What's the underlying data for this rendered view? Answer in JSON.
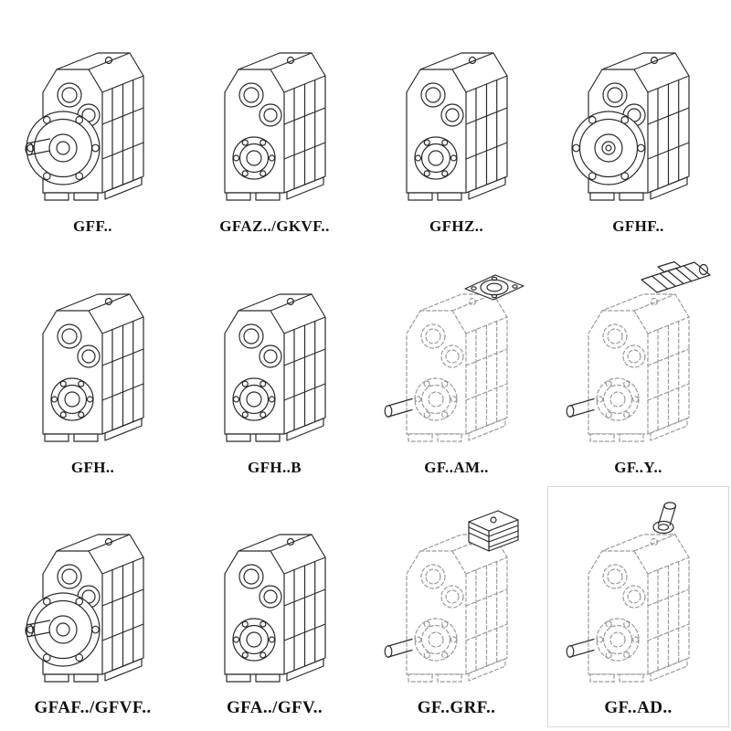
{
  "page": {
    "background": "#ffffff",
    "line_color": "#2b2b2b",
    "ghost_line_color": "#9a9a9a",
    "description": "Catalog sheet of GF-series parallel shaft helical gear units, 12 model variants as isometric line drawings"
  },
  "cells": [
    {
      "label": "GFF..",
      "drawing": "flange-mounted-gearbox-with-output-shaft",
      "line_style": "solid"
    },
    {
      "label": "GFAZ../GKVF..",
      "drawing": "hollow-shaft-gearbox",
      "line_style": "solid"
    },
    {
      "label": "GFHZ..",
      "drawing": "hollow-shaft-gearbox",
      "line_style": "solid"
    },
    {
      "label": "GFHF..",
      "drawing": "flange-mounted-hollow-bore-gearbox",
      "line_style": "solid"
    },
    {
      "label": "GFH..",
      "drawing": "foot-mounted-gearbox",
      "line_style": "solid"
    },
    {
      "label": "GFH..B",
      "drawing": "foot-mounted-gearbox-variant-b",
      "line_style": "solid"
    },
    {
      "label": "GF..AM..",
      "drawing": "gearbox-with-input-flange-adapter",
      "line_style": "dashed"
    },
    {
      "label": "GF..Y..",
      "drawing": "gearbox-with-mounted-motor",
      "line_style": "dashed"
    },
    {
      "label": "GFAF../GFVF..",
      "drawing": "flange-mounted-gearbox-with-output-shaft",
      "line_style": "solid"
    },
    {
      "label": "GFA../GFV..",
      "drawing": "hollow-shaft-gearbox",
      "line_style": "solid"
    },
    {
      "label": "GF..GRF..",
      "drawing": "gearbox-with-finned-input-adapter",
      "line_style": "dashed"
    },
    {
      "label": "GF..AD..",
      "drawing": "gearbox-with-input-shaft-adapter",
      "line_style": "dashed"
    }
  ]
}
